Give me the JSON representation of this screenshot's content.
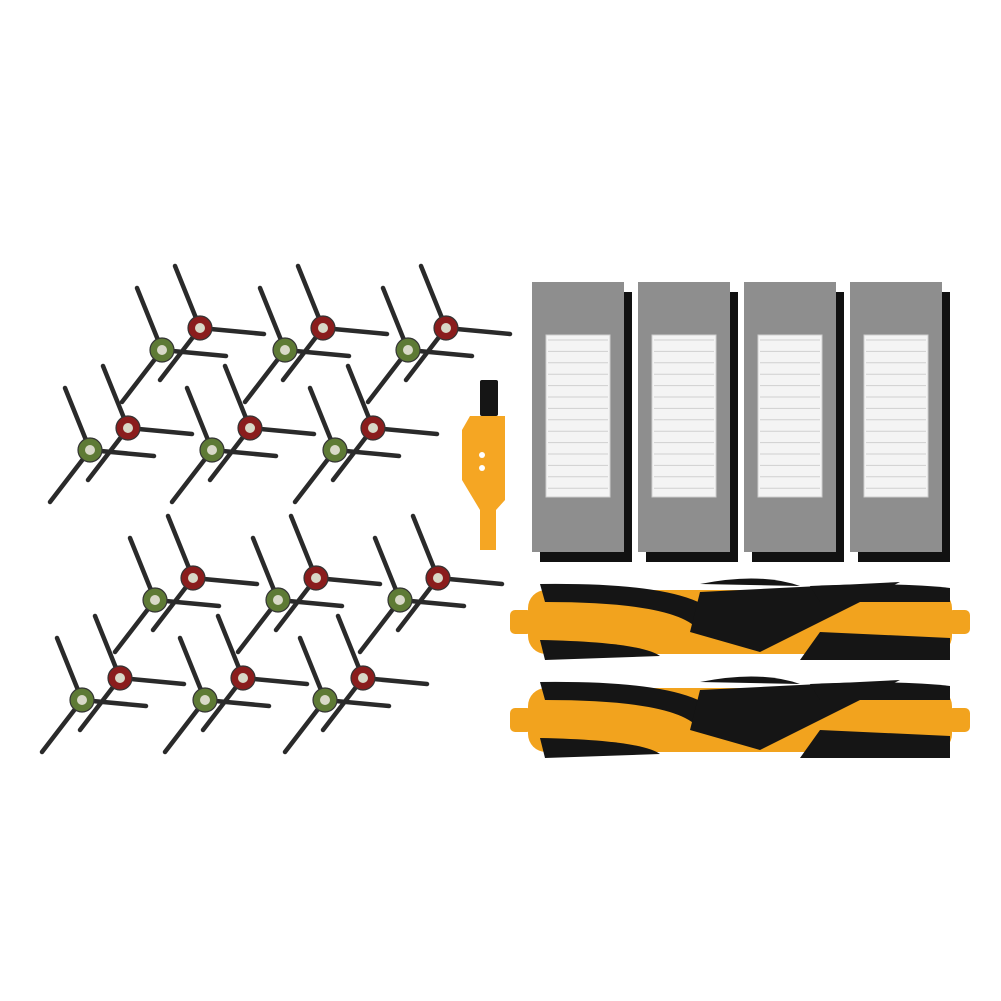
{
  "product": {
    "side_brush_pairs": 12,
    "hepa_filters": 4,
    "main_brushes": 2,
    "cleaning_tools": 1
  },
  "colors": {
    "background": "#ffffff",
    "brush_arm": "#2a2a2a",
    "hub_green": "#5e7a35",
    "hub_red": "#8a1d1d",
    "filter_frame": "#8e8e8e",
    "filter_shadow": "#111111",
    "filter_media": "#f4f4f4",
    "roller_orange": "#f2a31e",
    "roller_black": "#151515",
    "tool_yellow": "#f5a623"
  },
  "icons": {
    "side_brush": "three-arm-side-brush",
    "filter": "hepa-filter-cartridge",
    "roller": "main-roller-brush",
    "tool": "cleaning-tool"
  }
}
